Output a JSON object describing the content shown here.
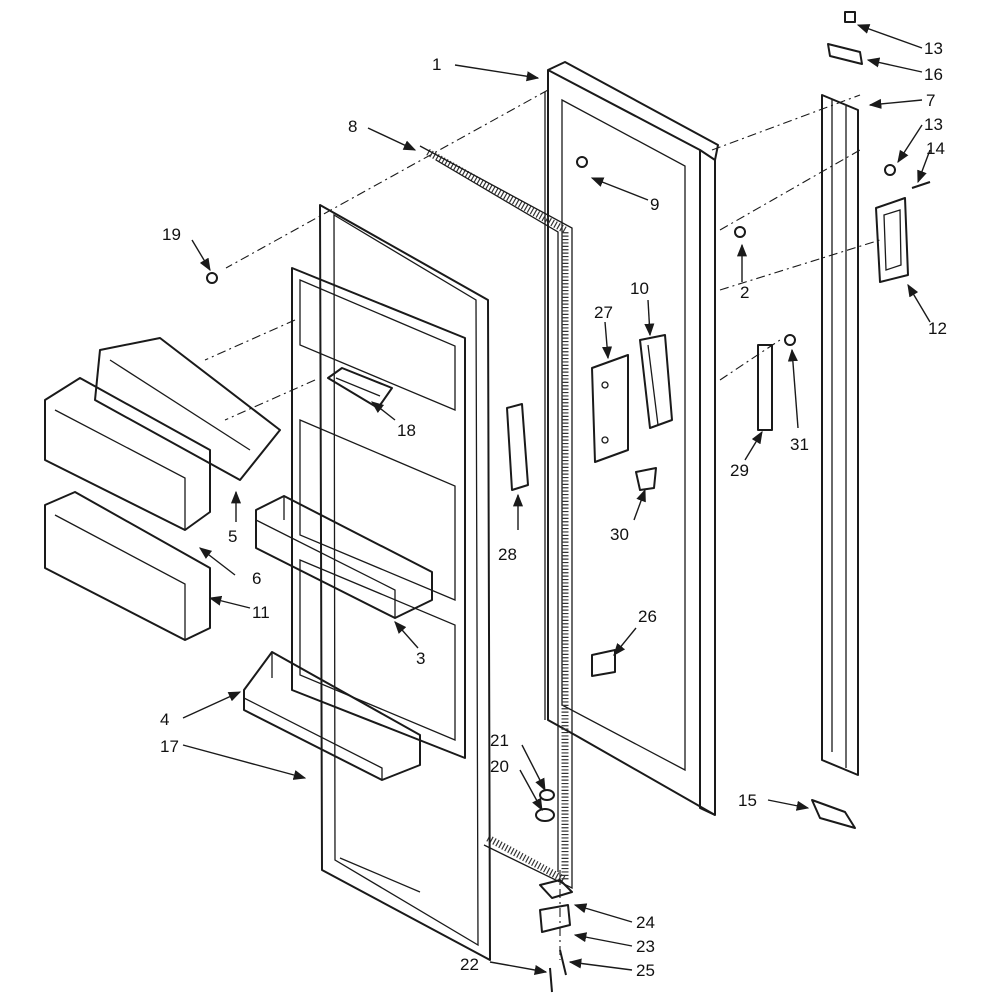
{
  "diagram": {
    "callouts": [
      {
        "id": "c1",
        "text": "1"
      },
      {
        "id": "c2",
        "text": "2"
      },
      {
        "id": "c3",
        "text": "3"
      },
      {
        "id": "c4",
        "text": "4"
      },
      {
        "id": "c5",
        "text": "5"
      },
      {
        "id": "c6",
        "text": "6"
      },
      {
        "id": "c7",
        "text": "7"
      },
      {
        "id": "c8",
        "text": "8"
      },
      {
        "id": "c9",
        "text": "9"
      },
      {
        "id": "c10",
        "text": "10"
      },
      {
        "id": "c11",
        "text": "11"
      },
      {
        "id": "c12",
        "text": "12"
      },
      {
        "id": "c13a",
        "text": "13"
      },
      {
        "id": "c13b",
        "text": "13"
      },
      {
        "id": "c14",
        "text": "14"
      },
      {
        "id": "c15",
        "text": "15"
      },
      {
        "id": "c16",
        "text": "16"
      },
      {
        "id": "c17",
        "text": "17"
      },
      {
        "id": "c18",
        "text": "18"
      },
      {
        "id": "c19",
        "text": "19"
      },
      {
        "id": "c20",
        "text": "20"
      },
      {
        "id": "c21",
        "text": "21"
      },
      {
        "id": "c22",
        "text": "22"
      },
      {
        "id": "c23",
        "text": "23"
      },
      {
        "id": "c24",
        "text": "24"
      },
      {
        "id": "c25",
        "text": "25"
      },
      {
        "id": "c26",
        "text": "26"
      },
      {
        "id": "c27",
        "text": "27"
      },
      {
        "id": "c28",
        "text": "28"
      },
      {
        "id": "c29",
        "text": "29"
      },
      {
        "id": "c30",
        "text": "30"
      },
      {
        "id": "c31",
        "text": "31"
      }
    ]
  }
}
